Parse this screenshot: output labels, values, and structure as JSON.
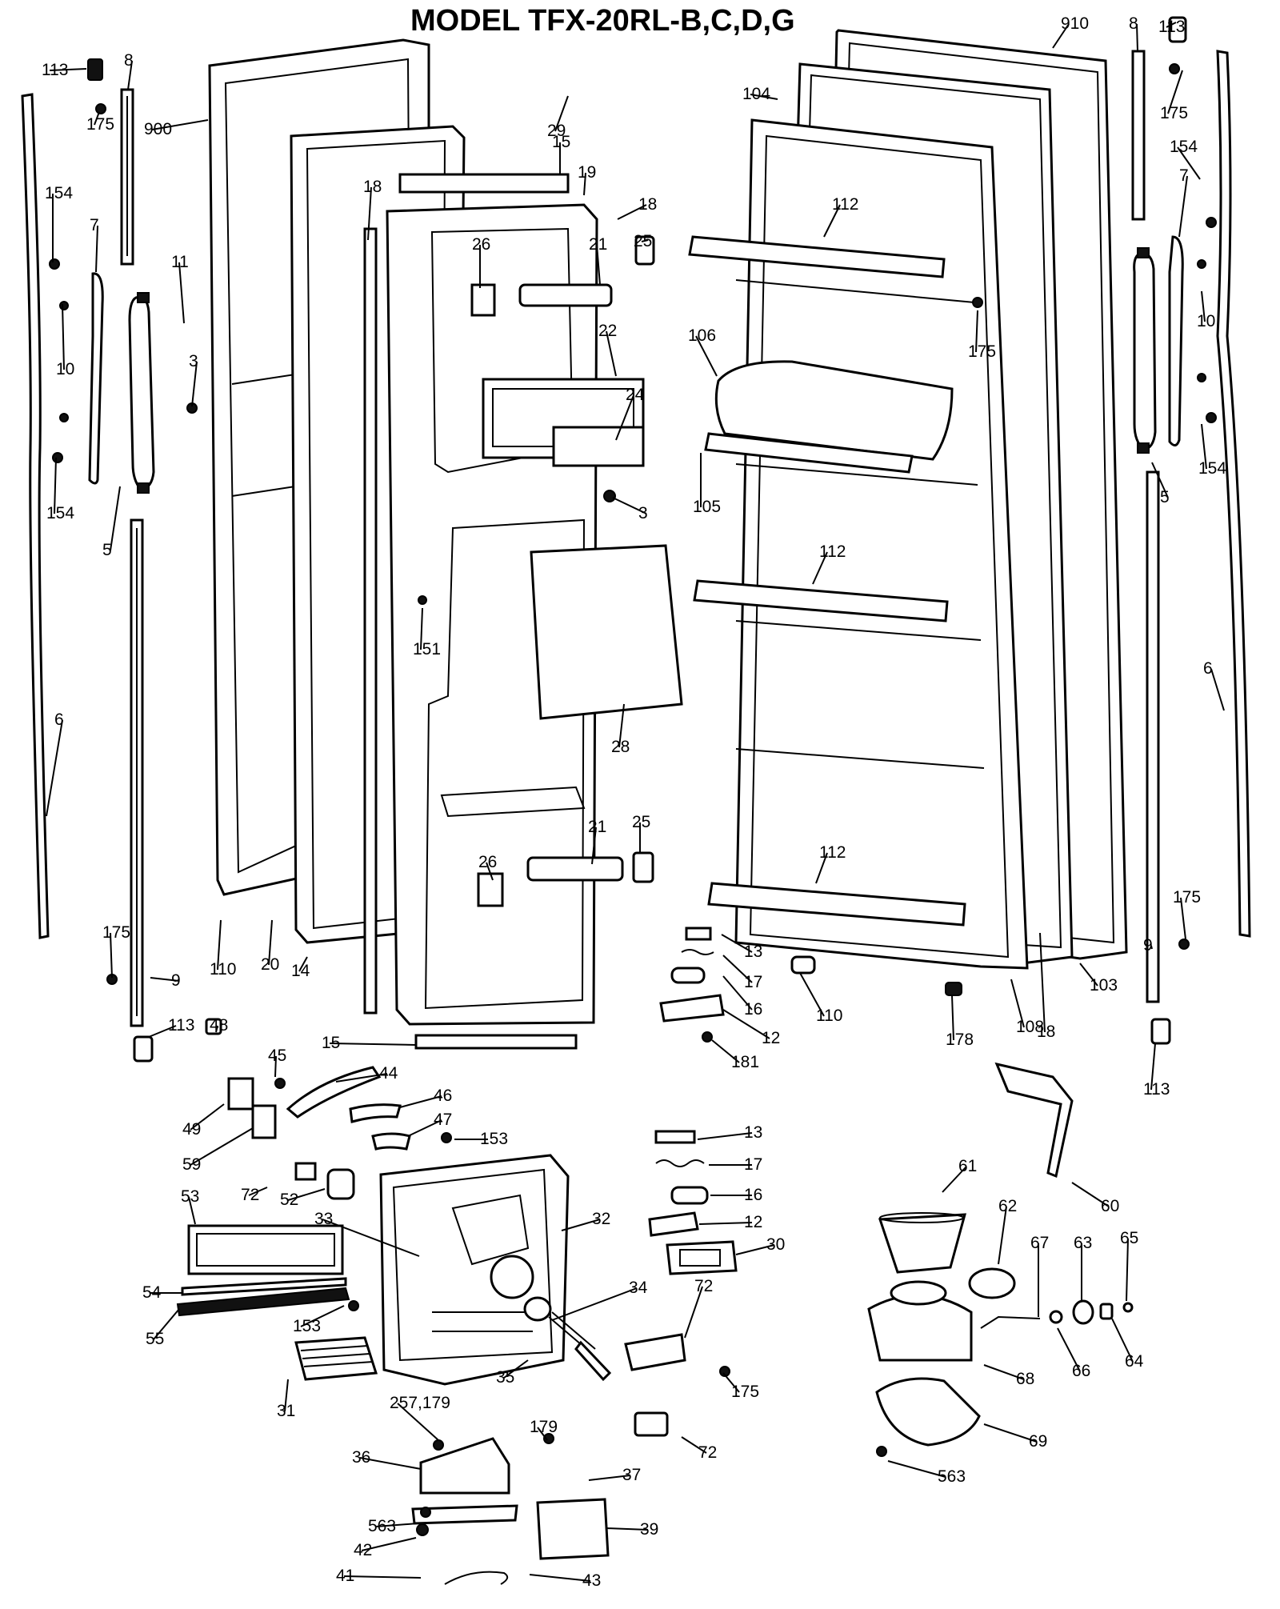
{
  "title": "MODEL TFX-20RL-B,C,D,G",
  "callouts": [
    "113",
    "8",
    "900",
    "175",
    "154",
    "7",
    "11",
    "3",
    "10",
    "154",
    "5",
    "6",
    "175",
    "9",
    "113",
    "110",
    "20",
    "14",
    "18",
    "151",
    "15",
    "29",
    "15",
    "19",
    "18",
    "26",
    "21",
    "25",
    "22",
    "24",
    "3",
    "28",
    "26",
    "21",
    "25",
    "104",
    "910",
    "112",
    "106",
    "105",
    "175",
    "112",
    "112",
    "13",
    "17",
    "16",
    "12",
    "181",
    "110",
    "178",
    "108",
    "18",
    "103",
    "8",
    "113",
    "175",
    "154",
    "7",
    "10",
    "154",
    "5",
    "6",
    "175",
    "9",
    "113",
    "48",
    "45",
    "44",
    "46",
    "47",
    "153",
    "49",
    "59",
    "72",
    "52",
    "53",
    "33",
    "32",
    "54",
    "55",
    "153",
    "31",
    "34",
    "35",
    "13",
    "17",
    "16",
    "12",
    "30",
    "72",
    "175",
    "72",
    "257,179",
    "179",
    "36",
    "37",
    "563",
    "42",
    "39",
    "41",
    "43",
    "60",
    "61",
    "62",
    "67",
    "63",
    "65",
    "68",
    "66",
    "64",
    "69",
    "563"
  ]
}
